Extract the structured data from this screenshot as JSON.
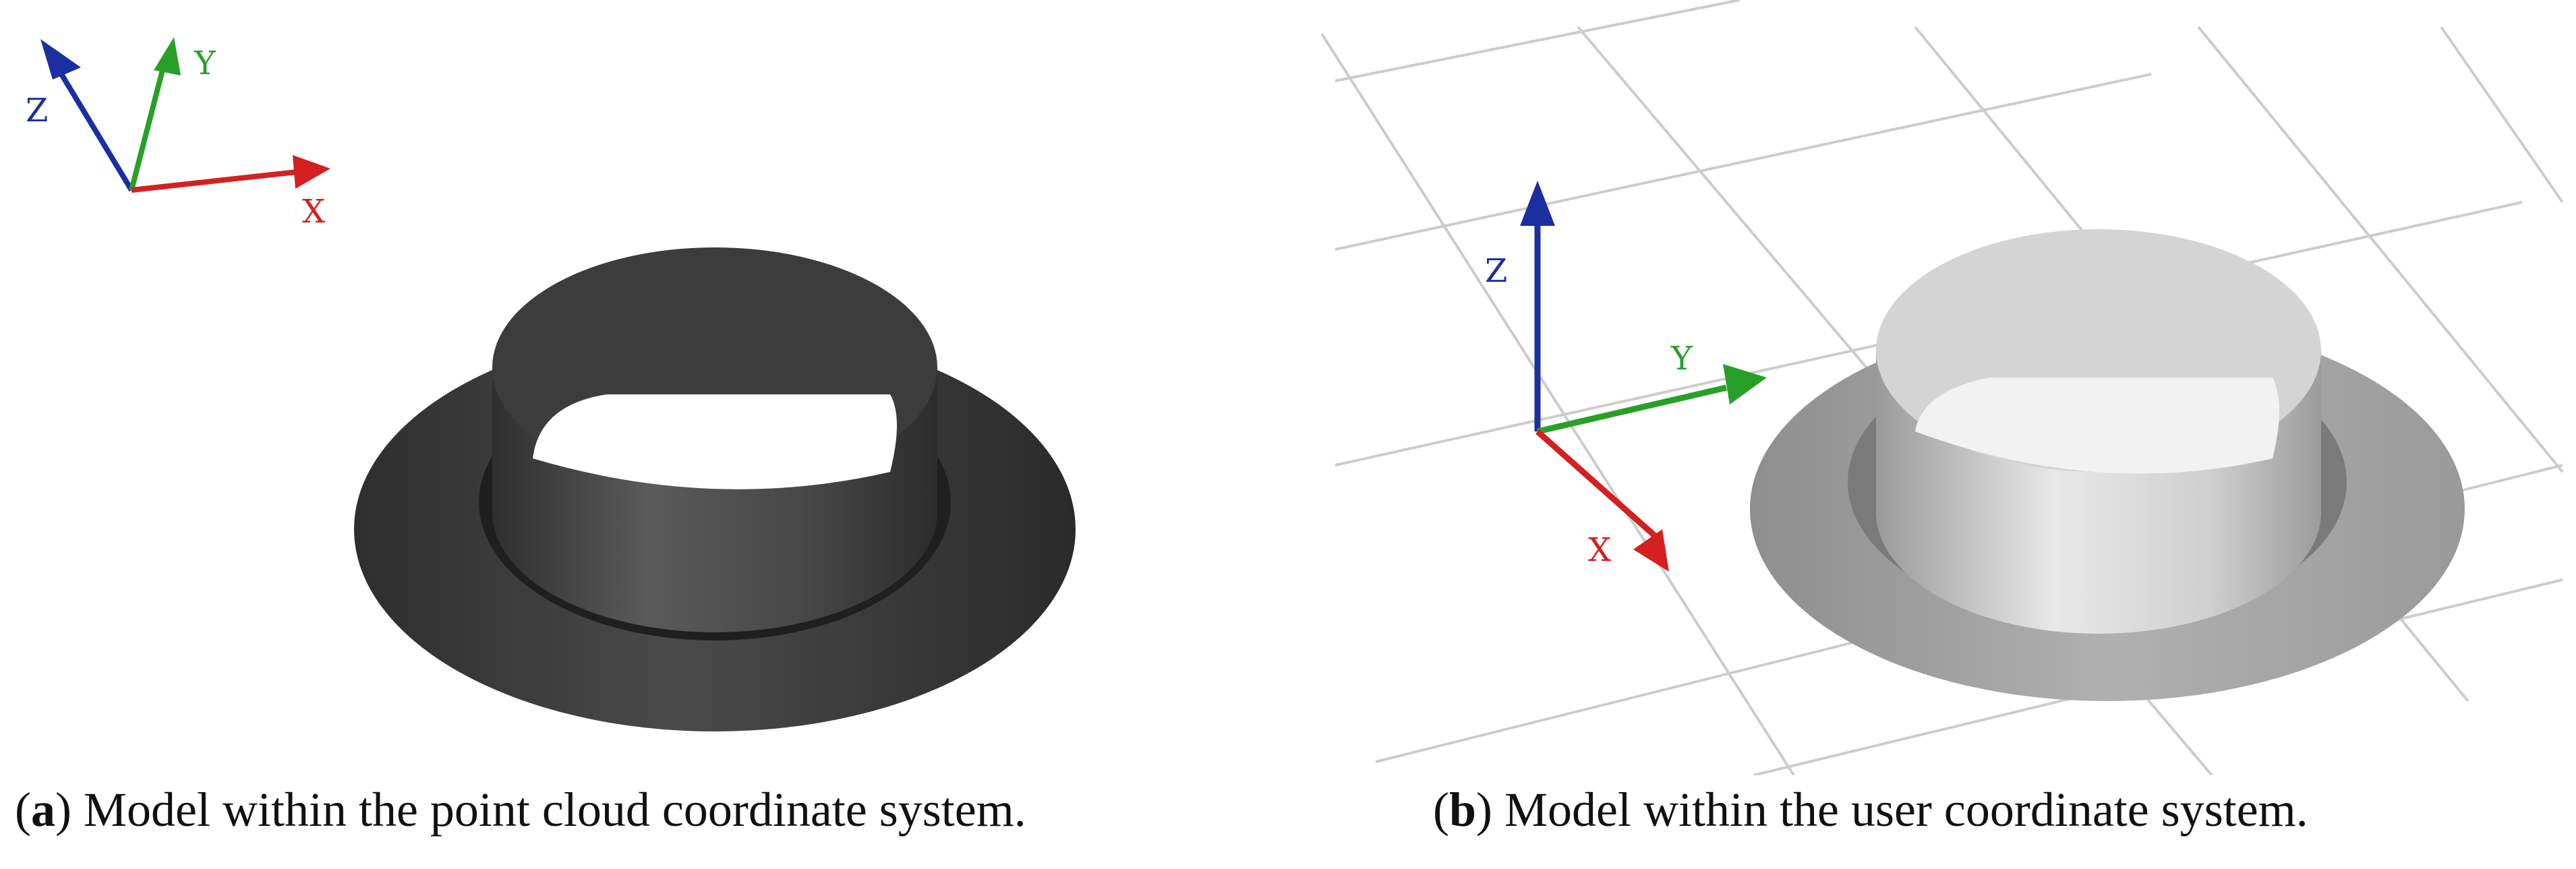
{
  "panel_a": {
    "axes": {
      "x": "X",
      "y": "Y",
      "z": "Z"
    },
    "caption": {
      "open": "(",
      "letter": "a",
      "text": ") Model within the point cloud coordinate system."
    }
  },
  "panel_b": {
    "axes": {
      "x": "X",
      "y": "Y",
      "z": "Z"
    },
    "caption": {
      "open": "(",
      "letter": "b",
      "text": ") Model within the user coordinate system."
    }
  },
  "colors": {
    "x_axis": "#d42020",
    "y_axis": "#28a028",
    "z_axis": "#1a2fa0",
    "model_a": "#3a3a3a",
    "model_b": "#b8b8b8",
    "grid": "#c8c8c8"
  }
}
